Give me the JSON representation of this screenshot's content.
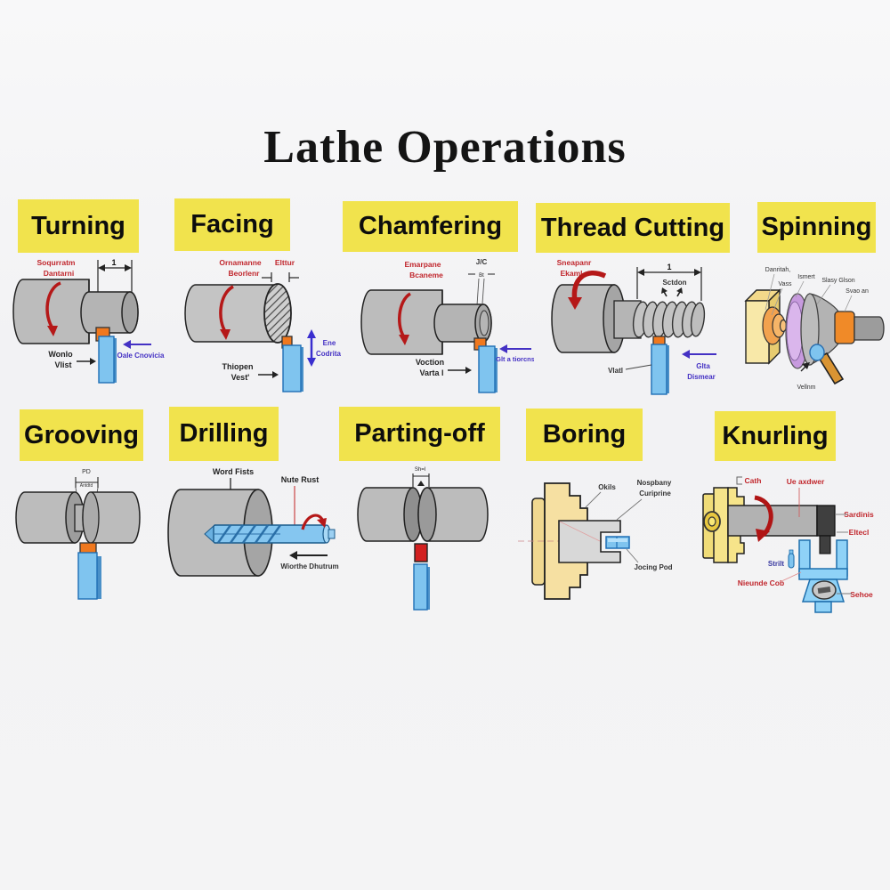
{
  "title": "Lathe Operations",
  "colors": {
    "background": "#f4f4f5",
    "highlight_yellow": "#f1e34d",
    "red_annotation": "#c1272d",
    "blue_annotation": "#4431c4",
    "tool_blue": "#7fc4ef",
    "tool_orange": "#f0781e",
    "tool_red": "#d21f1f",
    "metal_gray": "#bcbcbc",
    "chuck_yellow": "#f6e48a"
  },
  "panels": [
    {
      "id": "turning",
      "label": "Turning",
      "ann": {
        "rot1": "Soqurratm",
        "rot2": "Dantarni",
        "dim": "1",
        "tool1": "Wonlo",
        "tool2": "Vlist",
        "feed": "Oale Cnovicia"
      }
    },
    {
      "id": "facing",
      "label": "Facing",
      "ann": {
        "rot1": "Ornamanne",
        "rot2": "Beorlenr",
        "dim": "Elttur",
        "tool1": "Thiopen",
        "tool2": "Vest'",
        "feed1": "Ene",
        "feed2": "Codrita"
      }
    },
    {
      "id": "chamfering",
      "label": "Chamfering",
      "ann": {
        "rot1": "Emarpane",
        "rot2": "Bcaneme",
        "dim1": "J/C",
        "dim2": "Bt",
        "tool1": "Voction",
        "tool2": "Varta l",
        "feed": "Glt a tiorcns"
      }
    },
    {
      "id": "thread_cutting",
      "label": "Thread Cutting",
      "ann": {
        "rot1": "Sneapanr",
        "rot2": "Ekaml",
        "dim": "1",
        "pitch": "Sctdon",
        "tool": "Vlatl",
        "feed1": "Glta",
        "feed2": "Dismear"
      }
    },
    {
      "id": "spinning",
      "label": "Spinning",
      "ann": {
        "l1": "Danritah,",
        "l2": "Vass",
        "l3": "Ismert",
        "l4": "Slasy Glson",
        "l5": "Svao an",
        "l6": "Vellnm"
      }
    },
    {
      "id": "grooving",
      "label": "Grooving",
      "ann": {
        "dim1": "PD",
        "dim2": "Antdtd"
      }
    },
    {
      "id": "drilling",
      "label": "Drilling",
      "ann": {
        "l1": "Word Fists",
        "l2": "Nute Rust",
        "feed": "Wiorthe Dhutrum"
      }
    },
    {
      "id": "parting_off",
      "label": "Parting-off",
      "ann": {
        "dim": "Sh=l"
      }
    },
    {
      "id": "boring",
      "label": "Boring",
      "ann": {
        "l1": "Okils",
        "l2": "Nospbany",
        "l3": "Curiprine",
        "l4": "Jocing Pod"
      }
    },
    {
      "id": "knurling",
      "label": "Knurling",
      "ann": {
        "l1": "Cath",
        "l2": "Ue axdwer",
        "l3": "Sardinis",
        "l4": "Eltecl",
        "l5": "Strilt",
        "l6": "Nieunde Cob",
        "l7": "Sehoe"
      }
    }
  ]
}
